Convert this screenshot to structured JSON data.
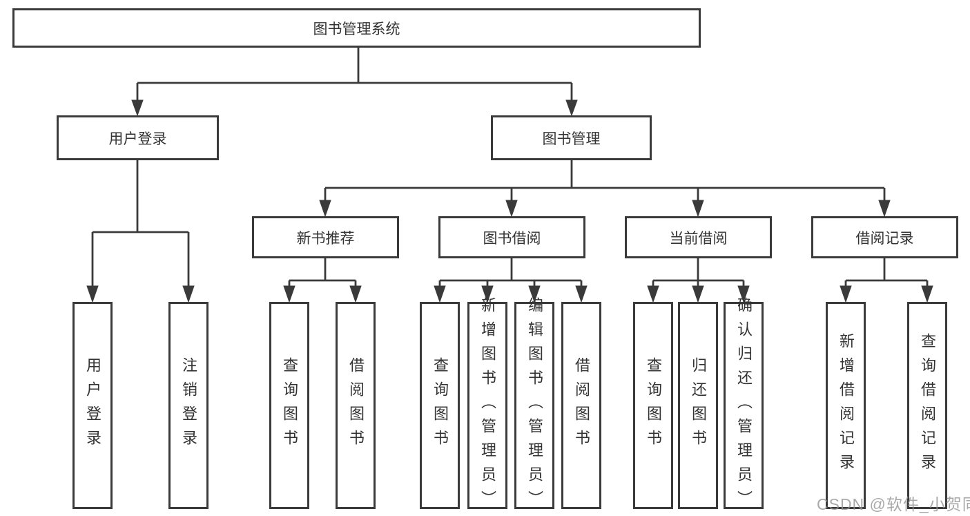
{
  "diagram": {
    "root": {
      "label": "图书管理系统"
    },
    "branches": [
      {
        "label": "用户登录",
        "children": [
          {
            "label": "用户登录"
          },
          {
            "label": "注销登录"
          }
        ]
      },
      {
        "label": "图书管理",
        "children": [
          {
            "label": "新书推荐",
            "children": [
              {
                "label": "查询图书"
              },
              {
                "label": "借阅图书"
              }
            ]
          },
          {
            "label": "图书借阅",
            "children": [
              {
                "label": "查询图书"
              },
              {
                "label": "新增图书（管理员）"
              },
              {
                "label": "编辑图书（管理员）"
              },
              {
                "label": "借阅图书"
              }
            ]
          },
          {
            "label": "当前借阅",
            "children": [
              {
                "label": "查询图书"
              },
              {
                "label": "归还图书"
              },
              {
                "label": "确认归还（管理员）"
              }
            ]
          },
          {
            "label": "借阅记录",
            "children": [
              {
                "label": "新增借阅记录"
              },
              {
                "label": "查询借阅记录"
              }
            ]
          }
        ]
      }
    ],
    "watermark": "CSDN @软件_小贺同学",
    "colors": {
      "line": "#3a3a3a",
      "box_border": "#3a3a3a",
      "text": "#333333",
      "watermark": "#949494",
      "background": "#ffffff"
    }
  }
}
